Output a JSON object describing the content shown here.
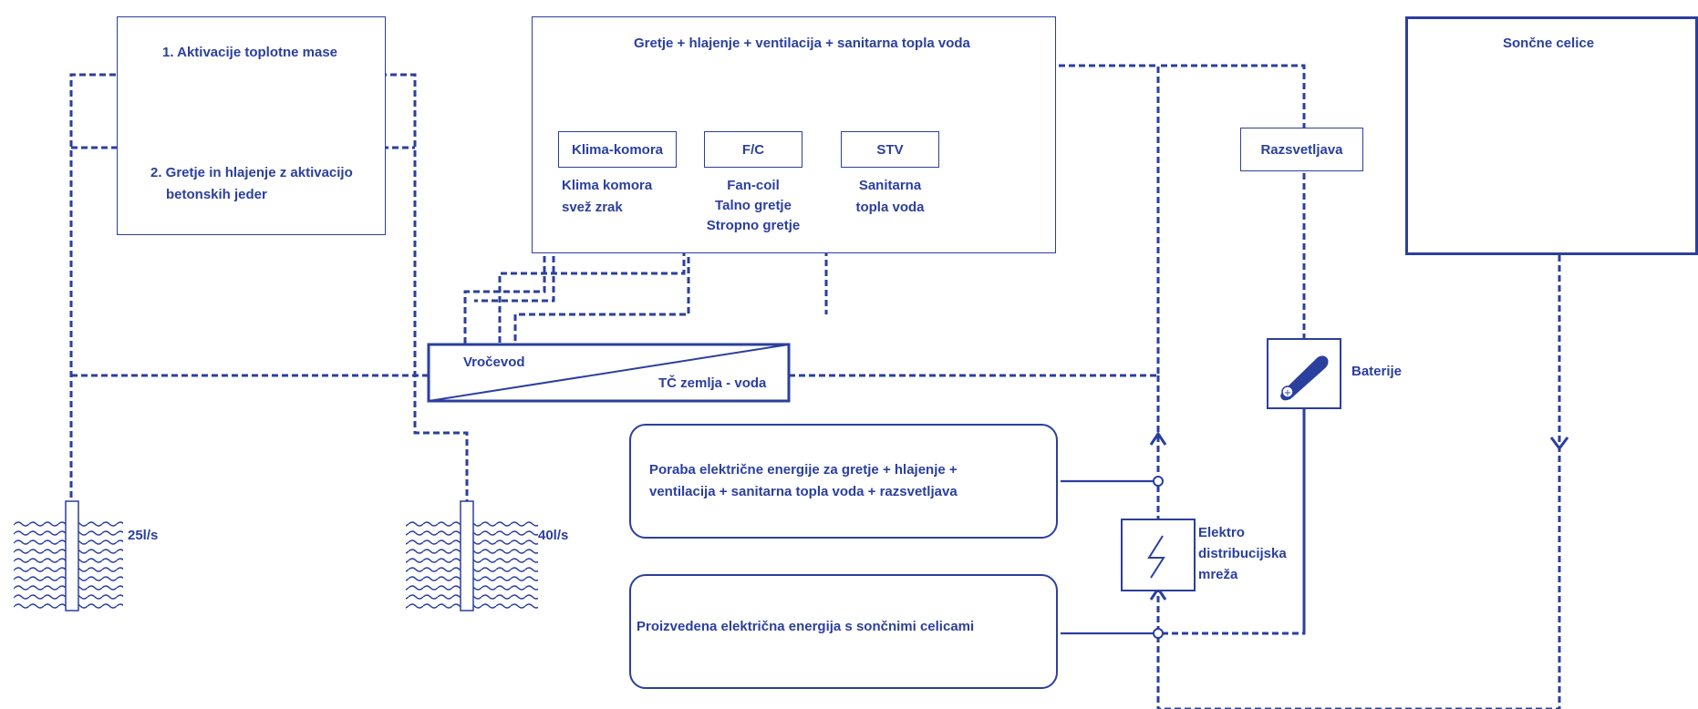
{
  "thermal_mass": {
    "item1": "1. Aktivacije toplotne mase",
    "item2_line1": "2. Gretje in hlajenje z aktivacijo",
    "item2_line2": "betonskih jeder"
  },
  "hvac": {
    "title": "Gretje + hlajenje + ventilacija + sanitarna topla voda",
    "klima_box": "Klima-komora",
    "klima_line1": "Klima komora",
    "klima_line2": "svež zrak",
    "fc_box": "F/C",
    "fc_line1": "Fan-coil",
    "fc_line2": "Talno gretje",
    "fc_line3": "Stropno gretje",
    "stv_box": "STV",
    "stv_line1": "Sanitarna",
    "stv_line2": "topla voda"
  },
  "solar": {
    "title": "Sončne celice"
  },
  "lighting": {
    "label": "Razsvetljava"
  },
  "battery": {
    "label": "Baterije"
  },
  "heat_pump": {
    "label_top": "Vročevod",
    "label_bottom": "TČ zemlja - voda"
  },
  "wells": {
    "well1": "25l/s",
    "well2": "40l/s"
  },
  "consumption": {
    "line1": "Poraba električne energije za gretje + hlajenje +",
    "line2": "ventilacija + sanitarna topla voda + razsvetljava"
  },
  "production": {
    "line1": "Proizvedena električna energija s sončnimi celicami"
  },
  "grid": {
    "line1": "Elektro",
    "line2": "distribucijska",
    "line3": "mreža"
  },
  "colors": {
    "ink": "#2b3f9e"
  }
}
